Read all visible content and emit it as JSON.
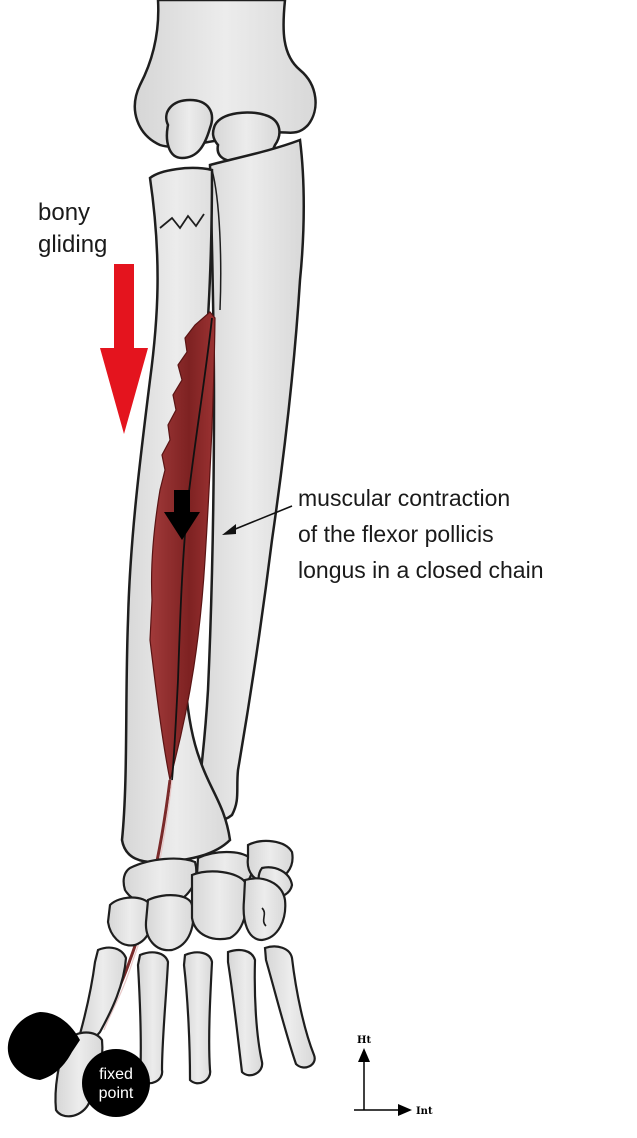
{
  "labels": {
    "bony_gliding_line1": "bony",
    "bony_gliding_line2": "gliding",
    "muscle_line1": "muscular contraction",
    "muscle_line2": "of the flexor pollicis",
    "muscle_line3": "longus in a closed chain",
    "fixed_point_line1": "fixed",
    "fixed_point_line2": "point"
  },
  "axes": {
    "vertical": "Ht",
    "horizontal": "Int"
  },
  "colors": {
    "bone_fill": "#e6e6e6",
    "bone_stroke": "#1e1e1e",
    "muscle": "#8e2a2a",
    "gliding_arrow": "#e4141e",
    "contraction_arrow": "#000000"
  }
}
